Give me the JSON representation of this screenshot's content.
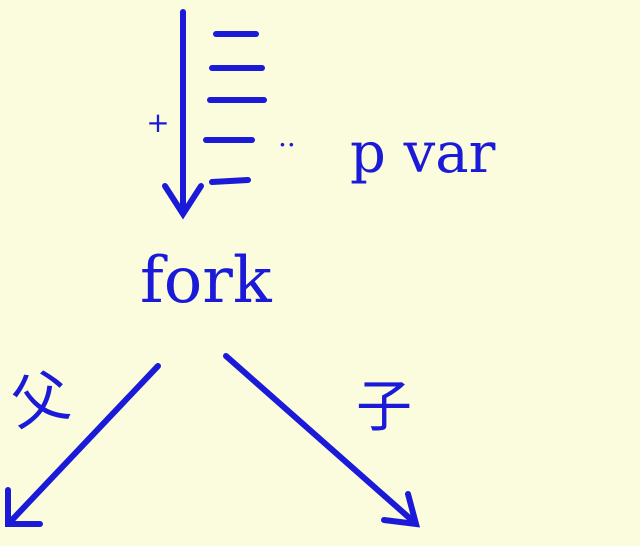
{
  "diagram": {
    "ink_color": "#1a1ad8",
    "background_color": "#fbfbdd",
    "stack_annotation": {
      "plus": "+",
      "dots": "..",
      "label": "p var"
    },
    "center_label": "fork",
    "left_branch_label": "父",
    "right_branch_label": "子"
  }
}
